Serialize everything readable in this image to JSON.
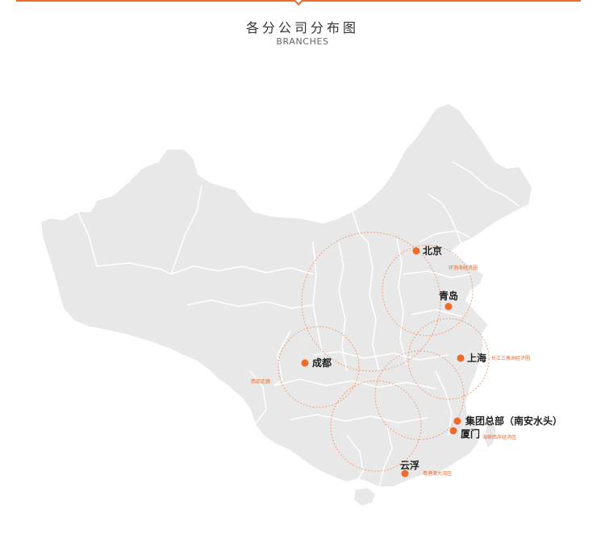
{
  "header": {
    "title": "各分公司分布图",
    "subtitle": "BRANCHES"
  },
  "colors": {
    "accent": "#ee6a2a",
    "map_fill": "#e8e8e8",
    "map_border": "#ffffff",
    "ring": "#f0a07a",
    "text": "#333333"
  },
  "cities": {
    "beijing": "北京",
    "qingdao": "青岛",
    "shanghai": "上海",
    "chengdu": "成都",
    "hq": "集团总部（南安水头）",
    "xiamen": "厦门",
    "yunfu": "云浮"
  },
  "regions": {
    "bohai": "环渤海经济圈",
    "yangtze": "长江三角洲经济圈",
    "west": "西部走廊",
    "strait": "海峡西岸经济区",
    "bay": "粤港澳大湾区"
  }
}
